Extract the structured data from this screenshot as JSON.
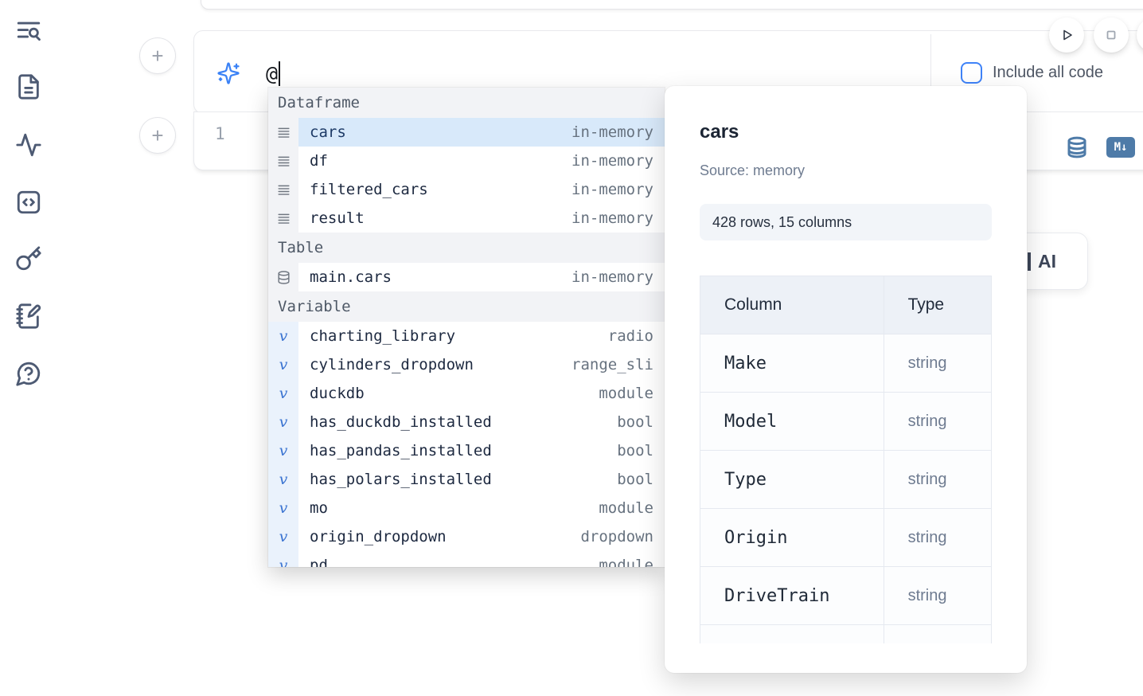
{
  "colors": {
    "accent_blue": "#3b82f6",
    "selection_bg": "#d8e9fa",
    "steel_blue_icon": "#4e7ba8",
    "sidebar_icon": "#4d5a73",
    "section_header_bg": "#f2f3f6",
    "variable_gutter_bg": "#eaf2fc"
  },
  "sidebar": {
    "icons": [
      "text-search-icon",
      "file-text-icon",
      "activity-icon",
      "code-square-icon",
      "key-icon",
      "notebook-pen-icon",
      "help-chat-icon"
    ]
  },
  "ai_cell": {
    "prompt_text": "@",
    "include_all_code_label": "Include all code"
  },
  "code_cell": {
    "line_number": "1",
    "markdown_badge": "M↓"
  },
  "ai_button": {
    "label": "AI"
  },
  "autocomplete": {
    "sections": [
      {
        "label": "Dataframe",
        "items": [
          {
            "icon": "dataframe-icon",
            "name": "cars",
            "type": "in-memory",
            "selected": true
          },
          {
            "icon": "dataframe-icon",
            "name": "df",
            "type": "in-memory"
          },
          {
            "icon": "dataframe-icon",
            "name": "filtered_cars",
            "type": "in-memory"
          },
          {
            "icon": "dataframe-icon",
            "name": "result",
            "type": "in-memory"
          }
        ]
      },
      {
        "label": "Table",
        "items": [
          {
            "icon": "database-icon",
            "name": "main.cars",
            "type": "in-memory"
          }
        ]
      },
      {
        "label": "Variable",
        "items": [
          {
            "icon": "variable-icon",
            "name": "charting_library",
            "type": "radio"
          },
          {
            "icon": "variable-icon",
            "name": "cylinders_dropdown",
            "type": "range_sli"
          },
          {
            "icon": "variable-icon",
            "name": "duckdb",
            "type": "module"
          },
          {
            "icon": "variable-icon",
            "name": "has_duckdb_installed",
            "type": "bool"
          },
          {
            "icon": "variable-icon",
            "name": "has_pandas_installed",
            "type": "bool"
          },
          {
            "icon": "variable-icon",
            "name": "has_polars_installed",
            "type": "bool"
          },
          {
            "icon": "variable-icon",
            "name": "mo",
            "type": "module"
          },
          {
            "icon": "variable-icon",
            "name": "origin_dropdown",
            "type": "dropdown"
          },
          {
            "icon": "variable-icon",
            "name": "pd",
            "type": "module"
          }
        ]
      }
    ]
  },
  "preview": {
    "title": "cars",
    "source": "Source: memory",
    "shape": "428 rows, 15 columns",
    "table": {
      "headers": [
        "Column",
        "Type"
      ],
      "rows": [
        [
          "Make",
          "string"
        ],
        [
          "Model",
          "string"
        ],
        [
          "Type",
          "string"
        ],
        [
          "Origin",
          "string"
        ],
        [
          "DriveTrain",
          "string"
        ],
        [
          "",
          ""
        ]
      ]
    }
  }
}
